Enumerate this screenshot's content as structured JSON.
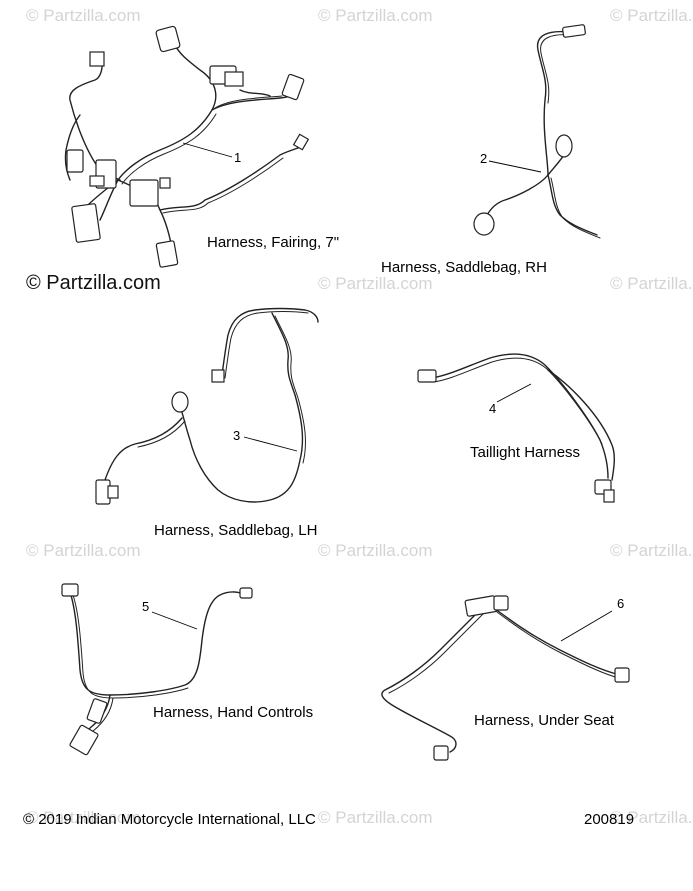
{
  "watermark": {
    "text": "© Partzilla.com",
    "main_text": "© Partzilla.com"
  },
  "parts": [
    {
      "callout": "1",
      "caption": "Harness, Fairing, 7\""
    },
    {
      "callout": "2",
      "caption": "Harness, Saddlebag, RH"
    },
    {
      "callout": "3",
      "caption": "Harness, Saddlebag, LH"
    },
    {
      "callout": "4",
      "caption": "Taillight Harness"
    },
    {
      "callout": "5",
      "caption": "Harness, Hand Controls"
    },
    {
      "callout": "6",
      "caption": "Harness, Under Seat"
    }
  ],
  "footer": {
    "copyright": "© 2019 Indian Motorcycle International, LLC",
    "diagram_id": "200819"
  }
}
